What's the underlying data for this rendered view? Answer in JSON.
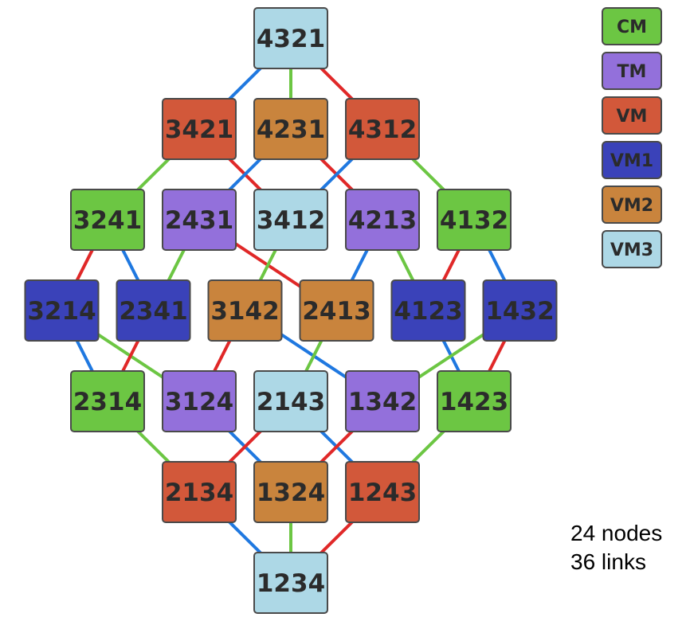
{
  "legend": [
    {
      "key": "CM",
      "label": "CM",
      "color": "#6cc643"
    },
    {
      "key": "TM",
      "label": "TM",
      "color": "#9370db"
    },
    {
      "key": "VM",
      "label": "VM",
      "color": "#d2583a"
    },
    {
      "key": "VM1",
      "label": "VM1",
      "color": "#3a42b9"
    },
    {
      "key": "VM2",
      "label": "VM2",
      "color": "#c9843d"
    },
    {
      "key": "VM3",
      "label": "VM3",
      "color": "#add8e6"
    }
  ],
  "edge_colors": {
    "blue": "#1f78e0",
    "green": "#6cc643",
    "red": "#e02828"
  },
  "text_color": "#2b2b2b",
  "rows": [
    [
      {
        "id": "4321",
        "type": "VM3"
      }
    ],
    [
      {
        "id": "3421",
        "type": "VM"
      },
      {
        "id": "4231",
        "type": "VM2"
      },
      {
        "id": "4312",
        "type": "VM"
      }
    ],
    [
      {
        "id": "3241",
        "type": "CM"
      },
      {
        "id": "2431",
        "type": "TM"
      },
      {
        "id": "3412",
        "type": "VM3"
      },
      {
        "id": "4213",
        "type": "TM"
      },
      {
        "id": "4132",
        "type": "CM"
      }
    ],
    [
      {
        "id": "3214",
        "type": "VM1"
      },
      {
        "id": "2341",
        "type": "VM1"
      },
      {
        "id": "3142",
        "type": "VM2"
      },
      {
        "id": "2413",
        "type": "VM2"
      },
      {
        "id": "4123",
        "type": "VM1"
      },
      {
        "id": "1432",
        "type": "VM1"
      }
    ],
    [
      {
        "id": "2314",
        "type": "CM"
      },
      {
        "id": "3124",
        "type": "TM"
      },
      {
        "id": "2143",
        "type": "VM3"
      },
      {
        "id": "1342",
        "type": "TM"
      },
      {
        "id": "1423",
        "type": "CM"
      }
    ],
    [
      {
        "id": "2134",
        "type": "VM"
      },
      {
        "id": "1324",
        "type": "VM2"
      },
      {
        "id": "1243",
        "type": "VM"
      }
    ],
    [
      {
        "id": "1234",
        "type": "VM3"
      }
    ]
  ],
  "edges": [
    [
      "4321",
      "3421",
      "blue"
    ],
    [
      "4321",
      "4231",
      "green"
    ],
    [
      "4321",
      "4312",
      "red"
    ],
    [
      "3421",
      "3241",
      "green"
    ],
    [
      "3421",
      "3412",
      "red"
    ],
    [
      "4231",
      "2431",
      "blue"
    ],
    [
      "4231",
      "4213",
      "red"
    ],
    [
      "4312",
      "3412",
      "blue"
    ],
    [
      "4312",
      "4132",
      "green"
    ],
    [
      "3241",
      "3214",
      "red"
    ],
    [
      "3241",
      "2341",
      "blue"
    ],
    [
      "2431",
      "2341",
      "green"
    ],
    [
      "2431",
      "2413",
      "red"
    ],
    [
      "3412",
      "3142",
      "green"
    ],
    [
      "4213",
      "2413",
      "blue"
    ],
    [
      "4213",
      "4123",
      "green"
    ],
    [
      "4132",
      "4123",
      "red"
    ],
    [
      "4132",
      "1432",
      "blue"
    ],
    [
      "3214",
      "2314",
      "blue"
    ],
    [
      "3214",
      "3124",
      "green"
    ],
    [
      "2341",
      "2314",
      "red"
    ],
    [
      "3142",
      "3124",
      "red"
    ],
    [
      "3142",
      "1342",
      "blue"
    ],
    [
      "2413",
      "2143",
      "green"
    ],
    [
      "4123",
      "1423",
      "blue"
    ],
    [
      "1432",
      "1342",
      "green"
    ],
    [
      "1432",
      "1423",
      "red"
    ],
    [
      "2314",
      "2134",
      "green"
    ],
    [
      "3124",
      "1324",
      "blue"
    ],
    [
      "2143",
      "2134",
      "red"
    ],
    [
      "2143",
      "1243",
      "blue"
    ],
    [
      "1342",
      "1324",
      "red"
    ],
    [
      "1423",
      "1243",
      "green"
    ],
    [
      "2134",
      "1234",
      "blue"
    ],
    [
      "1324",
      "1234",
      "green"
    ],
    [
      "1243",
      "1234",
      "red"
    ]
  ],
  "stats": {
    "nodes": "24 nodes",
    "links": "36 links"
  }
}
